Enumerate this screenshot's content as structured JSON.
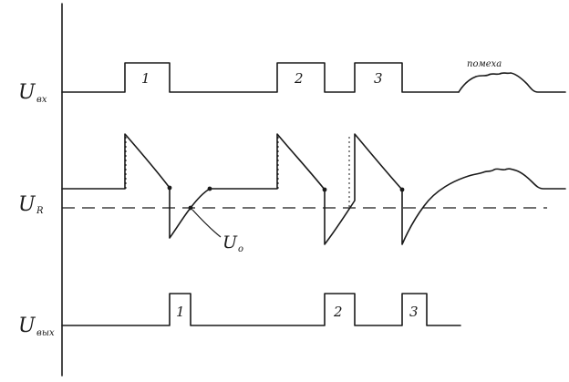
{
  "labels": {
    "u_in_main": "U",
    "u_in_sub": "вх",
    "u_r_main": "U",
    "u_r_sub": "R",
    "u_out_main": "U",
    "u_out_sub": "вых",
    "u0_main": "U",
    "u0_sub": "o",
    "noise": "помеха"
  },
  "pulses_in": [
    "1",
    "2",
    "3"
  ],
  "pulses_out": [
    "1",
    "2",
    "3"
  ],
  "colors": {
    "ink": "#1a1a1a",
    "background": "#ffffff"
  }
}
